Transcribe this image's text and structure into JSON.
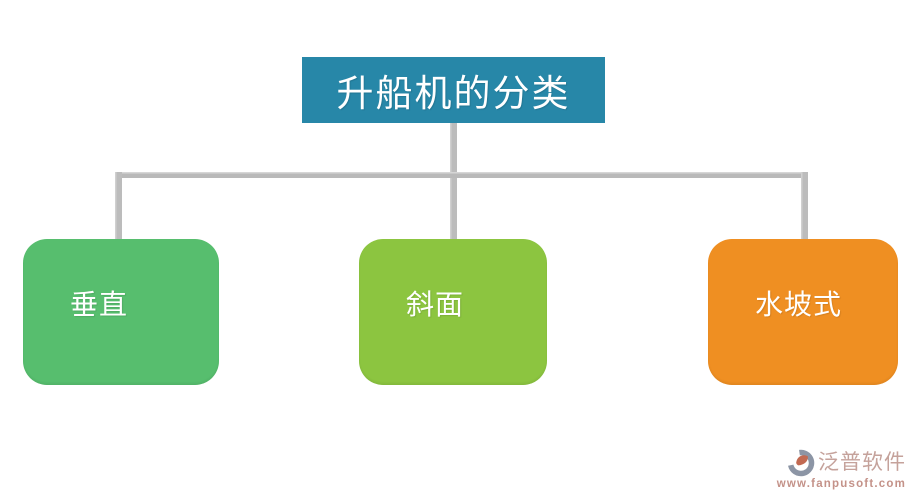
{
  "diagram": {
    "root": {
      "label": "升船机的分类",
      "color": "#2787A8"
    },
    "children": [
      {
        "label": "垂直",
        "color": "#57BE6E"
      },
      {
        "label": "斜面",
        "color": "#8CC540"
      },
      {
        "label": "水坡式",
        "color": "#EF8F22"
      }
    ],
    "connector_color": "#BDBDBD",
    "text_color": "#FFFFFF"
  },
  "watermark": {
    "brand": "泛普软件",
    "url": "www.fanpusoft.com",
    "brand_color": "#C5A29B",
    "url_color": "#C49289",
    "icon": "fanpu-logo-icon"
  }
}
